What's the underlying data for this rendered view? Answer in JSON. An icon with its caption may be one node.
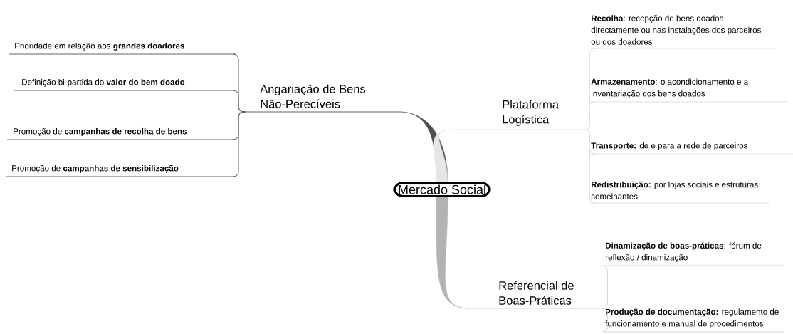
{
  "diagram": {
    "nodes": [
      {
        "text": [
          "Mercado Social"
        ]
      },
      {
        "text": [
          "Angariação de Bens Não-Perecíveis"
        ]
      },
      {
        "text": [
          "Prioridade em relação aos **grandes doadores**"
        ]
      },
      {
        "text": [
          "Definição bi-partida do **valor do bem doado**"
        ]
      },
      {
        "text": [
          "Promoção de **campanhas de recolha de bens**"
        ]
      },
      {
        "text": [
          "Promoção de **campanhas de sensibilização**"
        ]
      },
      {
        "text": [
          "Plataforma Logística"
        ]
      },
      {
        "text": [
          "**Recolha**: recepção de bens doados directamente ou nas instalações dos parceiros ou dos doadores"
        ]
      },
      {
        "text": [
          "**Armazenamento**: o acondicionamento e a inventariação dos bens doados"
        ]
      },
      {
        "text": [
          "**Transporte:** de e para a rede de parceiros"
        ]
      },
      {
        "text": [
          "**Redistribuição:** por lojas sociais e estruturas semelhantes"
        ]
      },
      {
        "text": [
          "Referencial de Boas-Práticas"
        ]
      },
      {
        "text": [
          "**Dinamização de boas-práticas**: fórum de reflexão / dinamização"
        ]
      },
      {
        "text": [
          "**Produção de documentação:** regulamento de funcionamento e manual de procedimentos"
        ]
      }
    ],
    "edges": [
      {
        "from": 0,
        "to": 1,
        "arrow": "none",
        "style": "thick",
        "color": "#4d4d4d"
      },
      {
        "from": 1,
        "to": 2,
        "arrow": "none",
        "color": "#666666"
      },
      {
        "from": 1,
        "to": 3,
        "arrow": "none",
        "color": "#666666"
      },
      {
        "from": 1,
        "to": 4,
        "arrow": "none",
        "color": "#666666"
      },
      {
        "from": 1,
        "to": 5,
        "arrow": "none",
        "color": "#666666"
      },
      {
        "from": 0,
        "to": 6,
        "arrow": "none",
        "style": "thick",
        "color": "#e6e6e6"
      },
      {
        "from": 6,
        "to": 7,
        "arrow": "none",
        "color": "#e0e0e0"
      },
      {
        "from": 6,
        "to": 8,
        "arrow": "none",
        "color": "#e0e0e0"
      },
      {
        "from": 6,
        "to": 9,
        "arrow": "none",
        "color": "#e0e0e0"
      },
      {
        "from": 6,
        "to": 10,
        "arrow": "none",
        "color": "#e0e0e0"
      },
      {
        "from": 0,
        "to": 11,
        "arrow": "none",
        "style": "thick",
        "color": "#b3b3b3"
      },
      {
        "from": 11,
        "to": 12,
        "arrow": "none",
        "color": "#d6d6d6"
      },
      {
        "from": 11,
        "to": 13,
        "arrow": "none",
        "color": "#d6d6d6"
      }
    ]
  }
}
